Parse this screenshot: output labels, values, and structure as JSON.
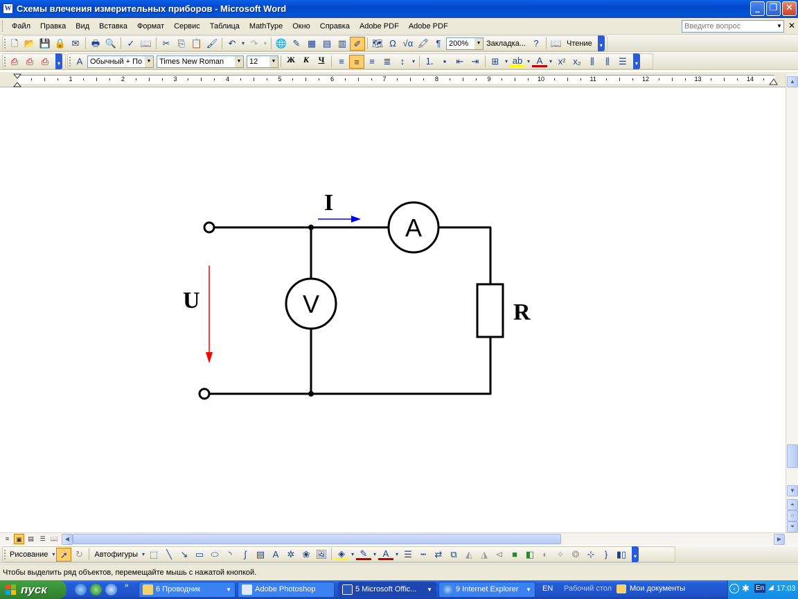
{
  "window": {
    "title": "Схемы влечения измерительных приборов - Microsoft Word",
    "app_icon_letter": "W"
  },
  "menubar": {
    "items": [
      "Файл",
      "Правка",
      "Вид",
      "Вставка",
      "Формат",
      "Сервис",
      "Таблица",
      "MathType",
      "Окно",
      "Справка",
      "Adobe PDF",
      "Adobe PDF"
    ],
    "ask_placeholder": "Введите вопрос"
  },
  "standard_toolbar": {
    "zoom": "200%",
    "bookmark_label": "Закладка...",
    "reading_label": "Чтение"
  },
  "format_toolbar": {
    "style": "Обычный + По ц",
    "font": "Times New Roman",
    "size": "12",
    "bold": "Ж",
    "italic": "К",
    "underline": "Ч"
  },
  "ruler": {
    "numbers": [
      "1",
      "2",
      "3",
      "4",
      "5",
      "6",
      "7",
      "8",
      "9",
      "10",
      "11",
      "12",
      "13",
      "14"
    ]
  },
  "diagram": {
    "current_label": "I",
    "voltage_label": "U",
    "resistor_label": "R",
    "ammeter_label": "A",
    "voltmeter_label": "V",
    "colors": {
      "wire": "#000000",
      "current_arrow": "#0000ff",
      "voltage_arrow": "#ff0000"
    }
  },
  "drawing_toolbar": {
    "draw_label": "Рисование",
    "autoshapes_label": "Автофигуры"
  },
  "statusbar": {
    "message": "Чтобы выделить ряд объектов, перемещайте мышь с нажатой кнопкой."
  },
  "taskbar": {
    "start_label": "пуск",
    "tasks": [
      {
        "label": "6 Проводник"
      },
      {
        "label": "Adobe Photoshop"
      },
      {
        "label": "5 Microsoft Offic..."
      },
      {
        "label": "9 Internet Explorer"
      }
    ],
    "language": "EN",
    "desktop_label": "Рабочий стол",
    "mydocs_label": "Мои документы",
    "tray_language": "En",
    "clock": "17:03"
  }
}
